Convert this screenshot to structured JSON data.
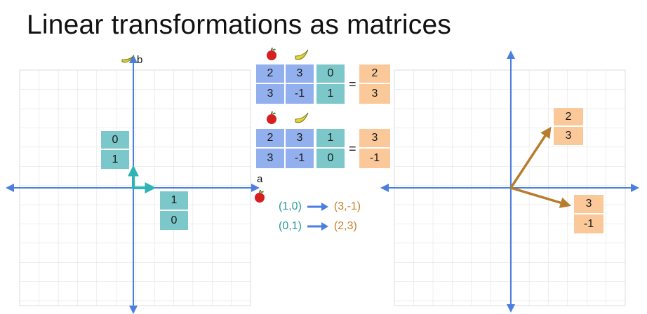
{
  "title": "Linear transformations as matrices",
  "icons": {
    "apple": "apple-icon",
    "banana": "banana-icon"
  },
  "colors": {
    "teal": "#7cc7c9",
    "blue_matrix": "#93b0ee",
    "orange": "#fbc999",
    "axis": "#4a7fe0",
    "arrow_teal": "#2fb3b6",
    "arrow_brown": "#b87d2c"
  },
  "left_plane": {
    "x_axis_label": "a",
    "y_axis_label": "b",
    "vector_e1": [
      "1",
      "0"
    ],
    "vector_e2": [
      "0",
      "1"
    ]
  },
  "equation1": {
    "matrix": [
      [
        "2",
        "3"
      ],
      [
        "3",
        "-1"
      ]
    ],
    "vector": [
      "0",
      "1"
    ],
    "equals": "=",
    "result": [
      "2",
      "3"
    ]
  },
  "equation2": {
    "matrix": [
      [
        "2",
        "3"
      ],
      [
        "3",
        "-1"
      ]
    ],
    "vector": [
      "1",
      "0"
    ],
    "equals": "=",
    "result": [
      "3",
      "-1"
    ]
  },
  "mappings": [
    {
      "from": "(1,0)",
      "to": "(3,-1)"
    },
    {
      "from": "(0,1)",
      "to": "(2,3)"
    }
  ],
  "right_plane": {
    "vector_a": [
      "2",
      "3"
    ],
    "vector_b": [
      "3",
      "-1"
    ]
  }
}
